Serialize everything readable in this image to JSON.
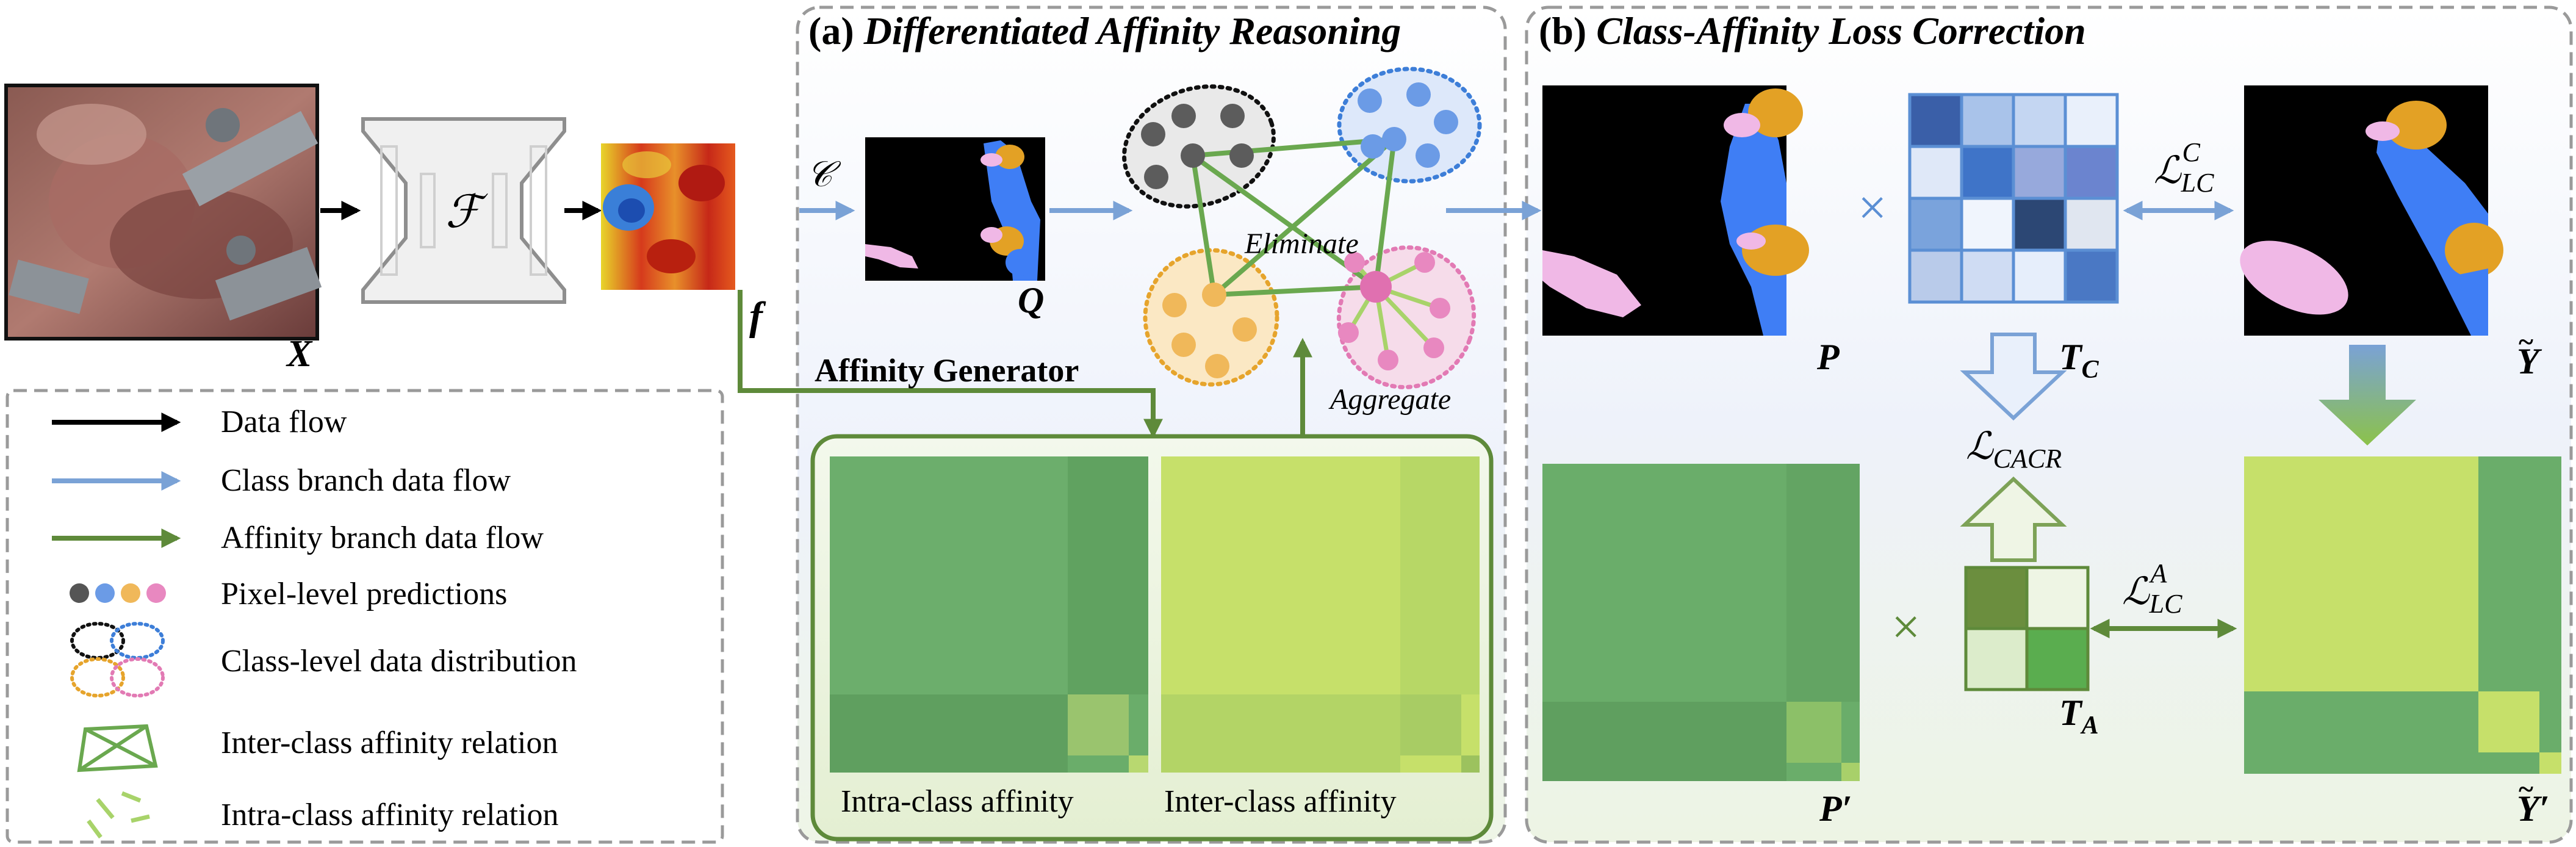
{
  "labels": {
    "input_var": "X",
    "network_symbol": "ℱ",
    "feature_var": "f",
    "class_op": "𝒞",
    "q_var": "Q",
    "p_var": "P",
    "tc_base": "T",
    "tc_sub": "C",
    "y_base": "Y",
    "p_prime": "P′",
    "ta_base": "T",
    "ta_sub": "A",
    "y_prime_base": "Y",
    "y_prime_mark": "′",
    "tilde": "~",
    "times": "×",
    "loss_base": "ℒ",
    "cacr_sub": "CACR",
    "lc_sub": "LC",
    "lc_sup_c": "C",
    "lc_sup_a": "A"
  },
  "panel_a": {
    "title_prefix": "(a) ",
    "title_italic": "Differentiated Affinity Reasoning",
    "affinity_generator": "Affinity Generator",
    "eliminate": "Eliminate",
    "aggregate": "Aggregate",
    "intra_caption": "Intra-class affinity",
    "inter_caption": "Inter-class affinity"
  },
  "panel_b": {
    "title_prefix": "(b) ",
    "title_italic": "Class-Affinity Loss Correction"
  },
  "legend": [
    {
      "icon": "black-arrow-icon",
      "label": "Data flow"
    },
    {
      "icon": "blue-arrow-icon",
      "label": "Class branch data flow"
    },
    {
      "icon": "green-arrow-icon",
      "label": "Affinity branch data flow"
    },
    {
      "icon": "colored-dots-icon",
      "label": "Pixel-level predictions"
    },
    {
      "icon": "dotted-clusters-icon",
      "label": "Class-level data distribution"
    },
    {
      "icon": "inter-relation-icon",
      "label": "Inter-class affinity relation"
    },
    {
      "icon": "intra-relation-icon",
      "label": "Intra-class affinity relation"
    }
  ],
  "colors": {
    "black_flow": "#000000",
    "class_flow": "#7aa2d6",
    "affinity_flow": "#5e8a3a",
    "cluster_gray": "#555555",
    "cluster_blue": "#6b9be6",
    "cluster_orange": "#f0b85a",
    "cluster_pink": "#e888c0",
    "mask_blue": "#3f7ef5",
    "mask_orange": "#e3a125",
    "mask_pink": "#f0b8e6"
  }
}
